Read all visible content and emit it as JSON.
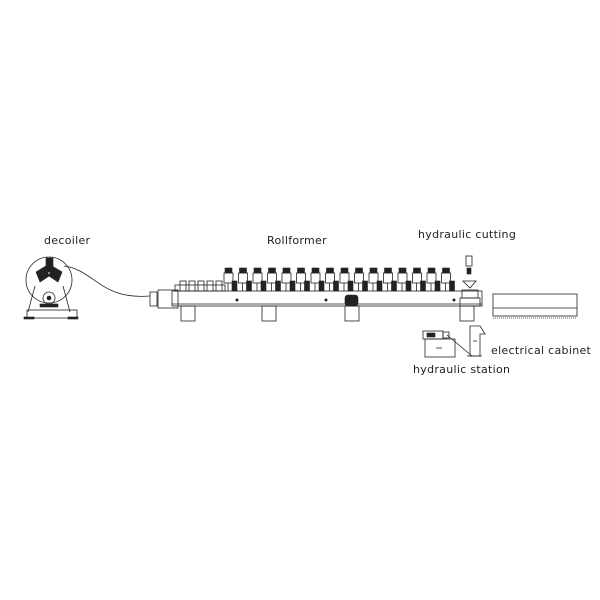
{
  "labels": {
    "decoiler": "decoiler",
    "rollformer": "Rollformer",
    "hydraulic_cutting": "hydraulic cutting",
    "electrical_cabinet": "electrical cabinet",
    "hydraulic_station": "hydraulic station"
  },
  "colors": {
    "line": "#222222",
    "background": "#ffffff"
  }
}
